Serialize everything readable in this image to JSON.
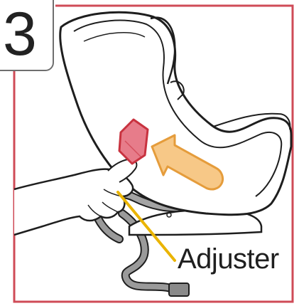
{
  "step": {
    "number": "3"
  },
  "callout": {
    "label": "Adjuster"
  },
  "colors": {
    "border": "#cf4b57",
    "adjuster_fill": "#e77c8a",
    "adjuster_stroke": "#c8323f",
    "arrow_fill": "#f7c887",
    "arrow_stroke": "#e59c3b",
    "leader_line": "#eab400",
    "strap": "#9a9a9a",
    "outline": "#1e1e1e"
  },
  "icons": [
    "car-seat-illustration",
    "hand-illustration",
    "press-arrow-icon",
    "adjuster-button-icon"
  ]
}
